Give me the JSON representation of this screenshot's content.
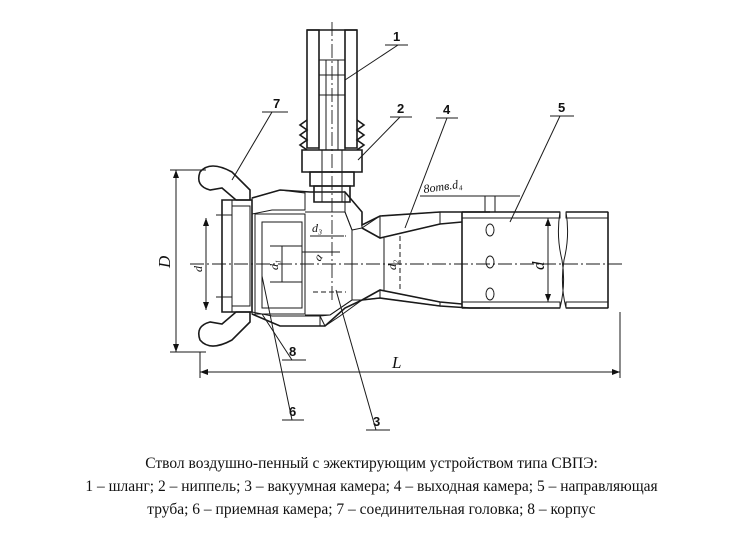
{
  "figure": {
    "callouts": {
      "c1": "1",
      "c2": "2",
      "c3": "3",
      "c4": "4",
      "c5": "5",
      "c6": "6",
      "c7": "7",
      "c8": "8"
    },
    "dimensions": {
      "D": "D",
      "d_inlet": "d",
      "d1": "d₁",
      "d2": "d₂",
      "d3": "d₃",
      "d4": "d",
      "a": "a",
      "L": "L",
      "hole_note": "8отв.d₄"
    }
  },
  "caption": {
    "line1": "Ствол воздушно-пенный с эжектирующим устройством типа СВПЭ:",
    "line2": "1 – шланг; 2 – ниппель; 3 – вакуумная камера; 4 – выходная камера; 5 – направляющая",
    "line3": "труба; 6 – приемная камера; 7 – соединительная головка; 8 – корпус"
  }
}
